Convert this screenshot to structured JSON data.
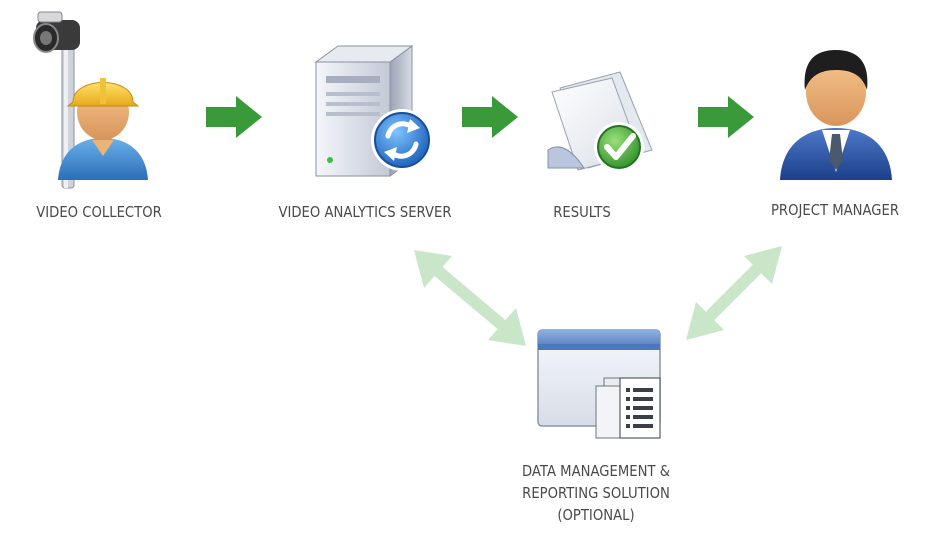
{
  "nodes": {
    "video_collector": {
      "label": "VIDEO COLLECTOR"
    },
    "video_analytics_server": {
      "label": "VIDEO ANALYTICS SERVER"
    },
    "results": {
      "label": "RESULTS"
    },
    "project_manager": {
      "label": "PROJECT MANAGER"
    },
    "data_management": {
      "label_line1": "DATA MANAGEMENT &",
      "label_line2": "REPORTING SOLUTION",
      "label_line3": "(OPTIONAL)"
    }
  },
  "icons": {
    "video_collector": "worker-with-camera-icon",
    "video_analytics_server": "server-icon",
    "results": "document-checkmark-icon",
    "project_manager": "businessman-icon",
    "data_management": "application-window-documents-icon"
  },
  "colors": {
    "flow_arrow": "#3a9a3a",
    "bidirectional_arrow": "#c9e6c9",
    "label_text": "#4a4a4a"
  }
}
